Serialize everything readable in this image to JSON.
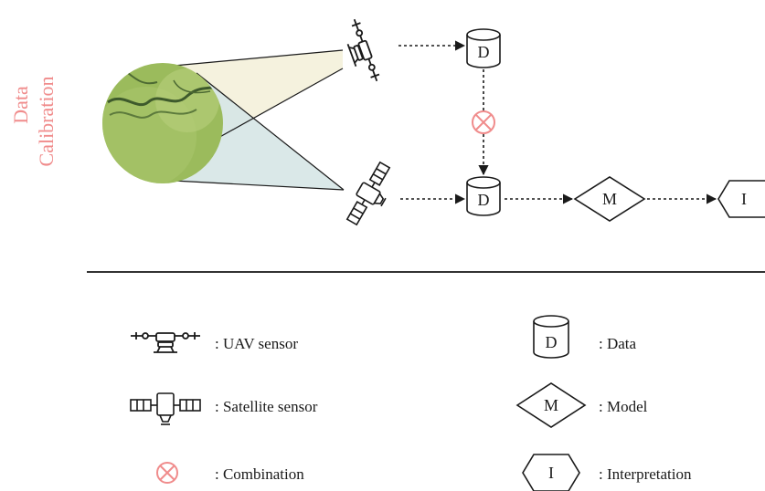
{
  "side_label": {
    "line1": "Data",
    "line2": "Calibration",
    "color": "#f08c8c"
  },
  "nodes": {
    "data_top": "D",
    "data_bottom": "D",
    "model": "M",
    "interpretation": "I"
  },
  "legend": {
    "uav": ": UAV sensor",
    "satellite": ": Satellite sensor",
    "combination": ": Combination",
    "data": ": Data",
    "data_letter": "D",
    "model": ": Model",
    "model_letter": "M",
    "interpretation": ": Interpretation",
    "interpretation_letter": "I"
  },
  "colors": {
    "combination": "#f08c8c",
    "terrain": "#9bbb5c",
    "uav_cone": "#f3f0d8",
    "sat_cone": "#d6e6e6",
    "line": "#1a1a1a"
  },
  "icons": {
    "uav": "drone-icon",
    "satellite": "satellite-icon",
    "combination": "circled-x-icon",
    "data": "cylinder-icon",
    "model": "diamond-icon",
    "interpretation": "hexagon-icon"
  }
}
